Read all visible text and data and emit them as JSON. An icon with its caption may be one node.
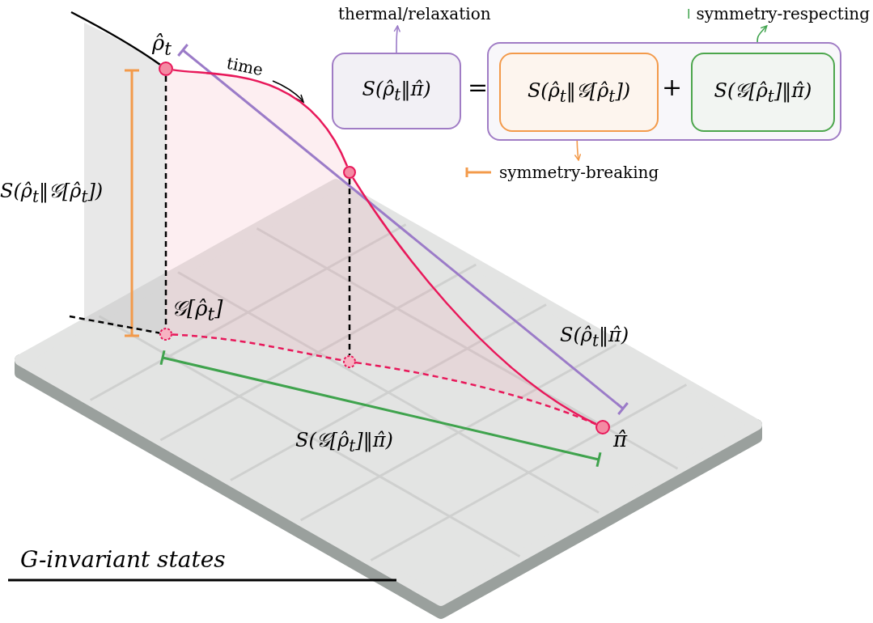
{
  "diagram": {
    "nodes": [
      {
        "text": [
          "S(ρ̂$_{t}$‖π̂)"
        ]
      },
      {
        "text": [],
        "shape": "box"
      },
      {
        "text": [
          "S(ρ̂$_{t}$‖𝒢[ρ̂$_{t}$])"
        ],
        "in": 1
      },
      {
        "text": [
          "S(𝒢[ρ̂$_{t}$]‖π̂)"
        ],
        "in": 1
      },
      {
        "text": [
          "thermal/relaxation"
        ]
      },
      {
        "text": [
          "symmetry-respecting"
        ]
      },
      {
        "text": [
          "symmetry-breaking"
        ]
      },
      {
        "text": [
          "ρ̂$_{t}$"
        ]
      },
      {
        "text": [],
        "shape": "circle"
      },
      {
        "text": [
          "𝒢[ρ̂$_{t}$]"
        ]
      },
      {
        "text": [],
        "shape": "circle"
      },
      {
        "text": [
          "π̂"
        ]
      }
    ],
    "edges": [
      {
        "from": 7,
        "to": 8,
        "arrow": "none",
        "color": "#e8185a"
      },
      {
        "from": 8,
        "to": 11,
        "arrow": "none",
        "color": "#e8185a"
      },
      {
        "from": 9,
        "to": 10,
        "arrow": "none",
        "style": "dashed",
        "color": "#e8185a"
      },
      {
        "from": 10,
        "to": 11,
        "arrow": "none",
        "style": "dashed",
        "color": "#e8185a"
      },
      {
        "from": 7,
        "to": 9,
        "arrow": "none",
        "style": "dashed",
        "color": "#000000"
      },
      {
        "from": 8,
        "to": 10,
        "arrow": "none",
        "style": "dashed",
        "color": "#000000"
      },
      {
        "from": null,
        "to": 7,
        "arrow": "none",
        "color": "#000000"
      },
      {
        "from": null,
        "to": 9,
        "arrow": "none",
        "style": "dashed",
        "color": "#000000"
      },
      {
        "from": 0,
        "to": 4,
        "arrow": "to",
        "color": "#9b7bc8"
      },
      {
        "from": 2,
        "to": 6,
        "arrow": "to",
        "color": "#f39a4a"
      },
      {
        "from": 3,
        "to": 5,
        "arrow": "to",
        "color": "#3fa34d"
      }
    ],
    "labels": [
      "time",
      "=",
      "+",
      "S(ρ̂$_{t}$‖𝒢[ρ̂$_{t}$])",
      "S(ρ̂$_{t}$‖π̂)",
      "S(𝒢[ρ̂$_{t}$]‖π̂)",
      "G-invariant states"
    ]
  }
}
